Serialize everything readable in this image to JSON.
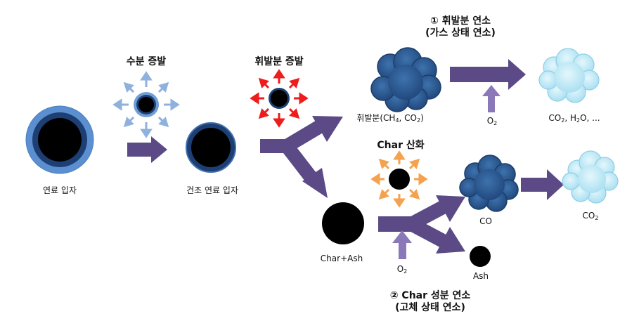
{
  "stages": {
    "fuel_particle": "연료 입자",
    "moisture_evaporation": "수분 증발",
    "dry_fuel_particle": "건조 연료 입자",
    "volatile_evaporation": "휘발분 증발",
    "char_oxidation": "Char 산화",
    "char_ash": "Char+Ash"
  },
  "volatile_path": {
    "heading_line1": "① 휘발분 연소",
    "heading_line2": "(가스 상태 연소)",
    "volatiles_label_prefix": "휘발분(CH",
    "volatiles_sub1": "4",
    "volatiles_mid": ", CO",
    "volatiles_sub2": "2",
    "volatiles_suffix": ")",
    "oxygen_base": "O",
    "oxygen_sub": "2",
    "products_prefix": "CO",
    "products_sub1": "2",
    "products_mid": ", H",
    "products_sub2": "2",
    "products_suffix": "O, ..."
  },
  "char_path": {
    "heading_line1": "② Char 성분 연소",
    "heading_line2": "(고체 상태 연소)",
    "oxygen_base": "O",
    "oxygen_sub": "2",
    "co_label": "CO",
    "ash_label": "Ash",
    "co2_base": "CO",
    "co2_sub": "2"
  },
  "colors": {
    "arrow": "#5c4a86",
    "o2_arrow": "#8a78b8",
    "volatile_cloud": "#2d5a91",
    "product_cloud": "#bfe9f5",
    "ring_outer": "#5b8fd0",
    "ring_dark": "#1d3f74",
    "moisture_rays": "#8fb1dd",
    "volatile_rays": "#ee1c1c",
    "char_rays": "#f5a24f"
  }
}
